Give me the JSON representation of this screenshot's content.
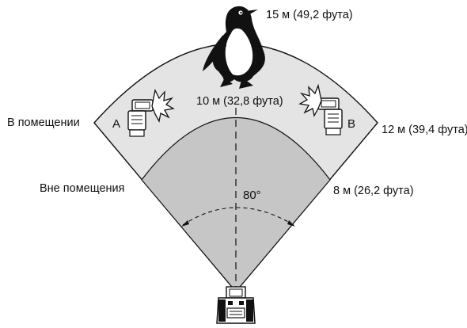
{
  "labels": {
    "indoor": "В помещении",
    "outdoor": "Вне помещения",
    "dist_15m": "15 м (49,2 фута)",
    "dist_12m": "12 м (39,4 фута)",
    "dist_10m": "10 м (32,8 фута)",
    "dist_8m": "8 м (26,2 фута)",
    "angle": "80°"
  },
  "flashes": {
    "a_letter": "A",
    "b_letter": "B"
  },
  "icons": [
    "penguin-icon",
    "flash-unit-a-icon",
    "flash-unit-b-icon",
    "camera-icon",
    "burst-icon"
  ],
  "colors": {
    "outer_zone": "#e4e4e4",
    "inner_zone": "#c6c6c6",
    "outline": "#111111"
  }
}
